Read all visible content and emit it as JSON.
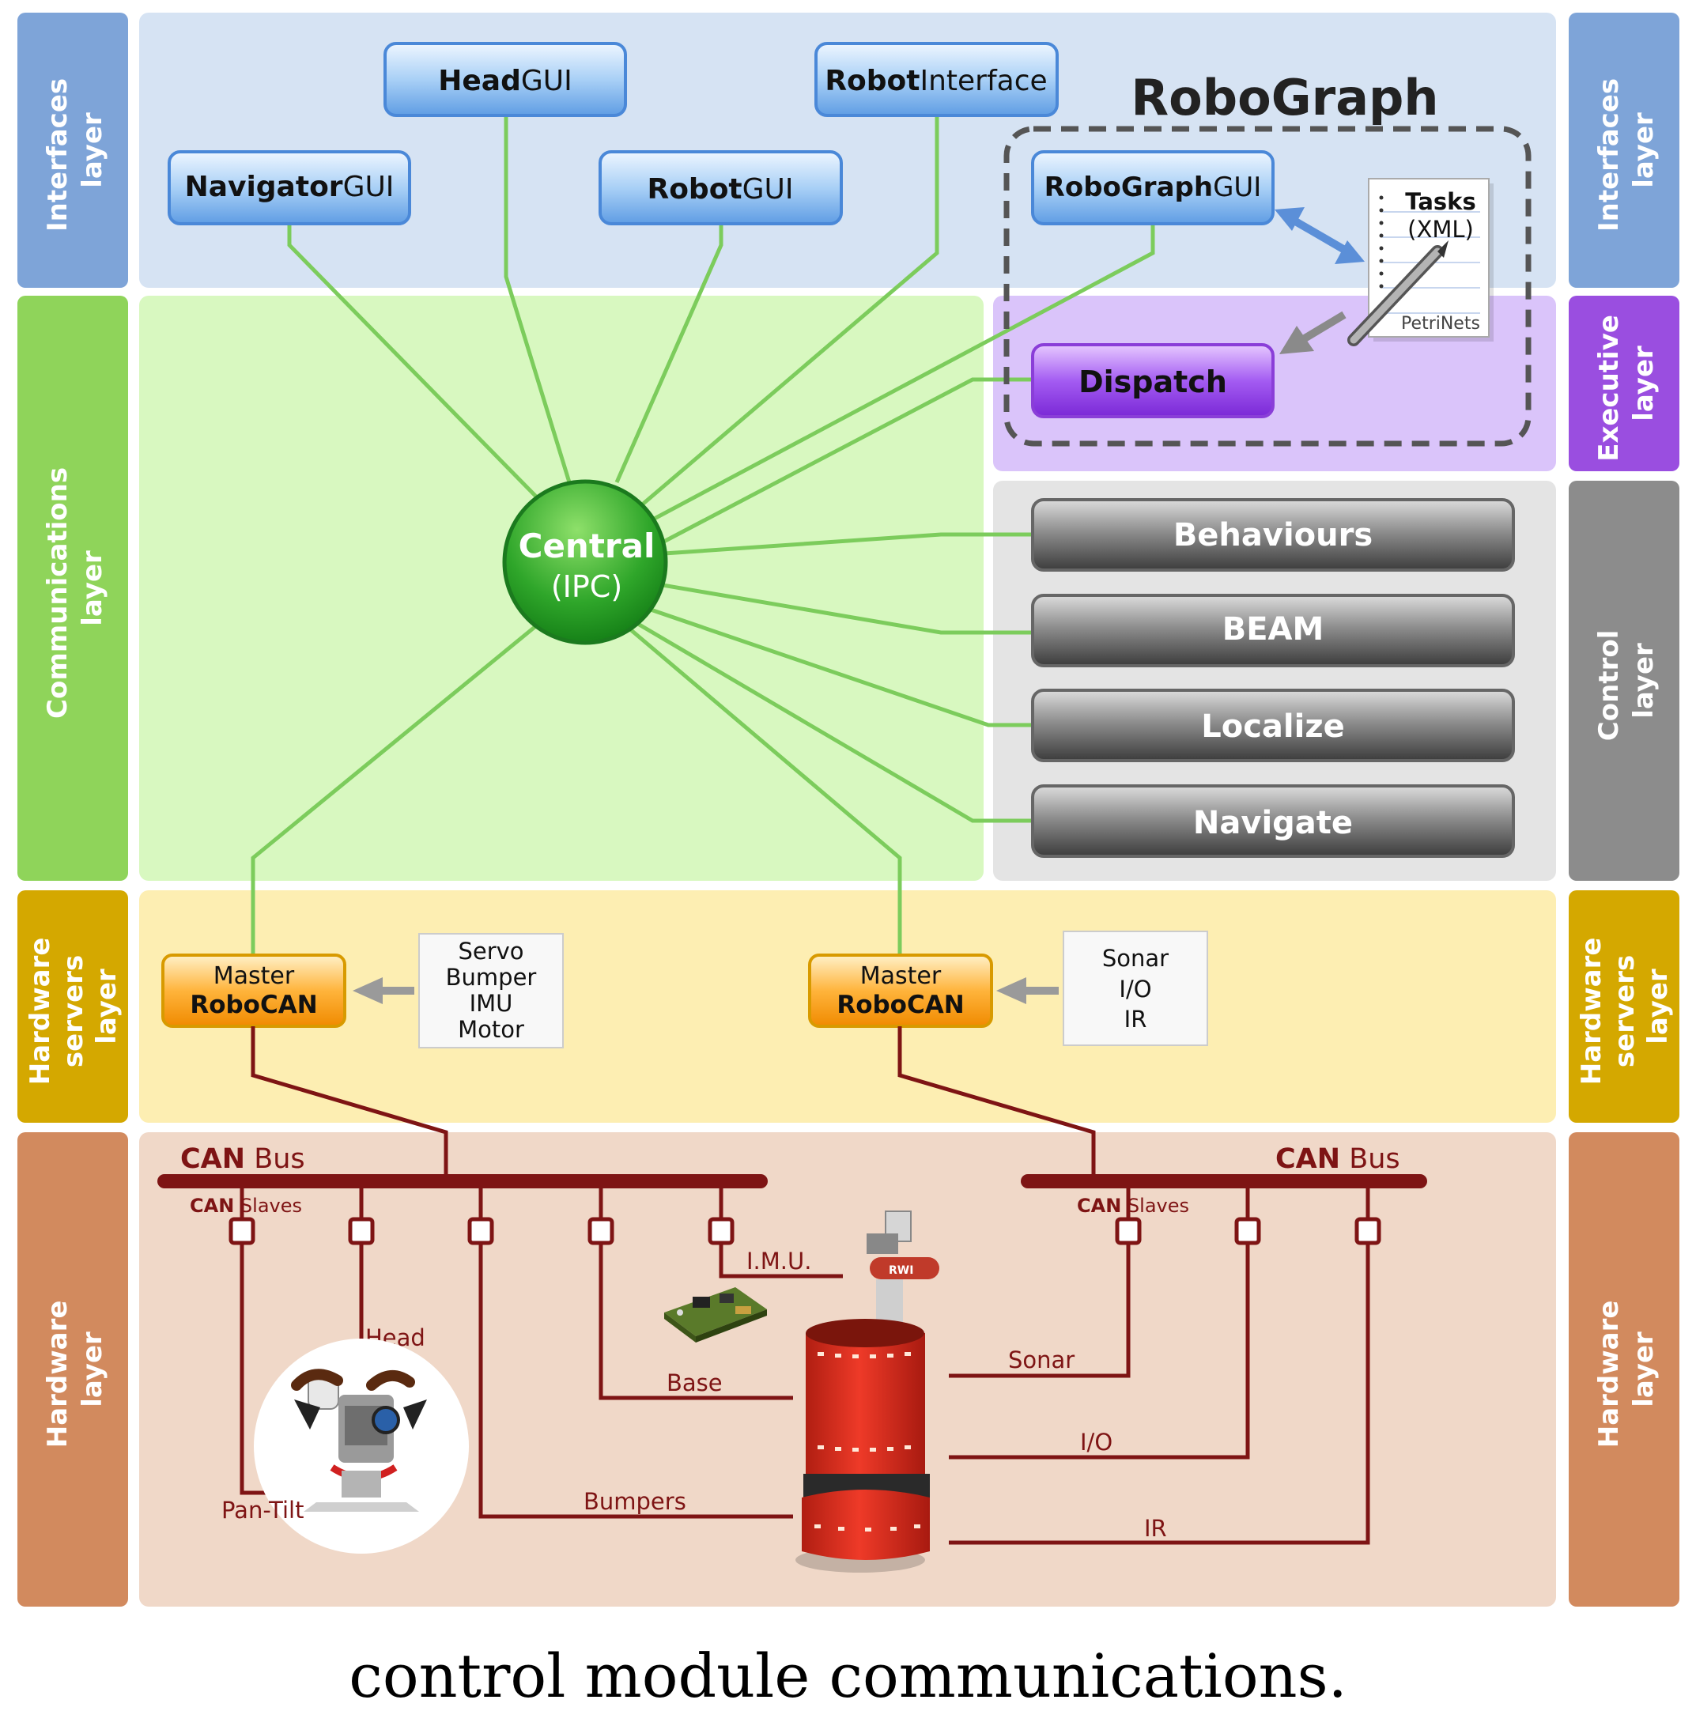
{
  "layers_left": {
    "interfaces": [
      "Interfaces",
      "layer"
    ],
    "communications": [
      "Communications",
      "layer"
    ],
    "hw_servers": [
      "Hardware",
      "servers",
      "layer"
    ],
    "hardware": [
      "Hardware",
      "layer"
    ]
  },
  "layers_right": {
    "interfaces": [
      "Interfaces",
      "layer"
    ],
    "executive": [
      "Executive",
      "layer"
    ],
    "control": [
      "Control",
      "layer"
    ],
    "hw_servers": [
      "Hardware",
      "servers",
      "layer"
    ],
    "hardware": [
      "Hardware",
      "layer"
    ]
  },
  "gui": {
    "head": {
      "bold": "Head",
      "rest": "GUI"
    },
    "robotinterface": {
      "bold": "Robot",
      "rest": "Interface"
    },
    "navigator": {
      "bold": "Navigator",
      "rest": "GUI"
    },
    "robot": {
      "bold": "Robot",
      "rest": "GUI"
    },
    "robograph": {
      "bold": "RoboGraph",
      "rest": "GUI"
    }
  },
  "robograph_title": "RoboGraph",
  "tasks_doc": {
    "line1": "Tasks",
    "line2": "(XML)",
    "footer": "PetriNets"
  },
  "dispatch": "Dispatch",
  "central": {
    "title": "Central",
    "sub": "(IPC)"
  },
  "control_modules": [
    "Behaviours",
    "BEAM",
    "Localize",
    "Navigate"
  ],
  "master_left": {
    "line1": "Master",
    "line2": "RoboCAN"
  },
  "master_right": {
    "line1": "Master",
    "line2": "RoboCAN"
  },
  "devices_left": [
    "Servo",
    "Bumper",
    "IMU",
    "Motor"
  ],
  "devices_right": [
    "Sonar",
    "I/O",
    "IR"
  ],
  "can_left": {
    "bus_bold": "CAN",
    "bus_rest": " Bus",
    "slaves_bold": "CAN",
    "slaves_rest": " Slaves"
  },
  "can_right": {
    "bus_bold": "CAN",
    "bus_rest": " Bus",
    "slaves_bold": "CAN",
    "slaves_rest": " Slaves"
  },
  "hw_labels": {
    "imu": "I.M.U.",
    "head": "Head",
    "base": "Base",
    "pan_tilt": "Pan-Tilt",
    "bumpers": "Bumpers",
    "sonar": "Sonar",
    "io": "I/O",
    "ir": "IR",
    "robot_logo": "RWI"
  },
  "caption": "control module communications.",
  "colors": {
    "interfaces": "#7ea4d8",
    "communications": "#8fd45a",
    "executive": "#9a4ee0",
    "control": "#8c8c8c",
    "hw_servers": "#d4a800",
    "hardware": "#d28a5e",
    "link_green": "#7ccc5c",
    "bus_red": "#7e1414"
  }
}
